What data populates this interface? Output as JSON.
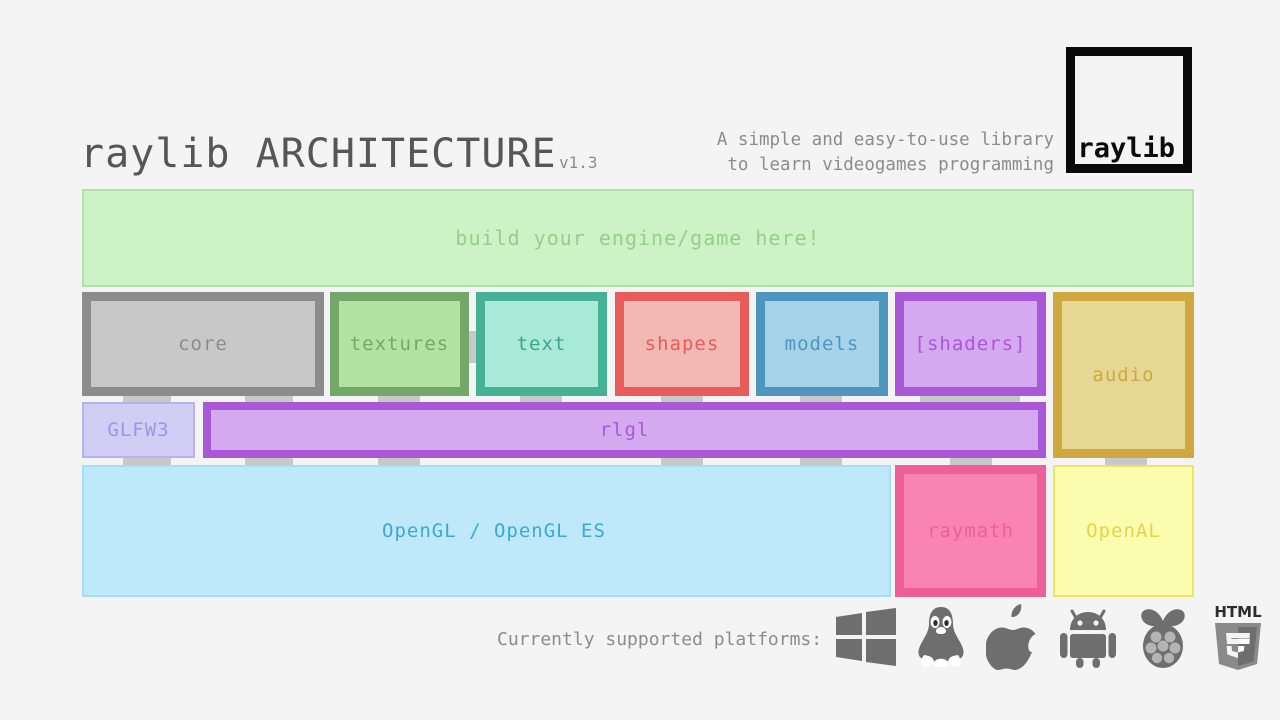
{
  "header": {
    "title_prefix": "raylib ",
    "title_main": "ARCHITECTURE",
    "version": "v1.3",
    "tagline_line1": "A simple and easy-to-use library",
    "tagline_line2": "to learn videogames programming",
    "logo_text": "raylib"
  },
  "diagram": {
    "engine_band": "build your engine/game here!",
    "modules": [
      {
        "label": "core",
        "border": "#8c8c8c",
        "fill": "#c8c8c8",
        "text": "#8c8c8c"
      },
      {
        "label": "textures",
        "border": "#74a86a",
        "fill": "#b2e3a0",
        "text": "#74a86a"
      },
      {
        "label": "text",
        "border": "#47b196",
        "fill": "#a8ead8",
        "text": "#3da48b"
      },
      {
        "label": "shapes",
        "border": "#e85c5c",
        "fill": "#f2b8b4",
        "text": "#e85c5c"
      },
      {
        "label": "models",
        "border": "#4e96bd",
        "fill": "#a5d4ea",
        "text": "#4e96bd"
      },
      {
        "label": "[shaders]",
        "border": "#a958d8",
        "fill": "#d5a9ef",
        "text": "#a958d8"
      },
      {
        "label": "audio",
        "border": "#cfa83f",
        "fill": "#e6d795",
        "text": "#cfa83f"
      }
    ],
    "backends": [
      {
        "label": "GLFW3",
        "border": "#b9b1ee",
        "fill": "#d2cdf5",
        "text": "#9f95e8"
      },
      {
        "label": "rlgl",
        "border": "#a958d8",
        "fill": "#d5a9ef",
        "text": "#a958d8"
      }
    ],
    "lowlevel": [
      {
        "label": "OpenGL / OpenGL ES",
        "border": "#a7def7",
        "fill": "#bfe8fa",
        "text": "#3ba9d4"
      },
      {
        "label": "raymath",
        "border": "#ec5f97",
        "fill": "#f984b4",
        "text": "#ec5f97"
      },
      {
        "label": "OpenAL",
        "border": "#f0e463",
        "fill": "#fcfcaf",
        "text": "#e3d44c"
      }
    ]
  },
  "footer": {
    "platforms_label": "Currently supported platforms:",
    "platforms": [
      "windows-icon",
      "linux-tux-icon",
      "apple-icon",
      "android-icon",
      "raspberry-pi-icon",
      "html5-icon"
    ],
    "html5_wordmark": "HTML",
    "html5_number": "5"
  },
  "colors": {
    "background": "#f4f4f4",
    "connector_tab": "#c8c8c8",
    "ink": "#565656",
    "muted": "#8c8c8c"
  }
}
